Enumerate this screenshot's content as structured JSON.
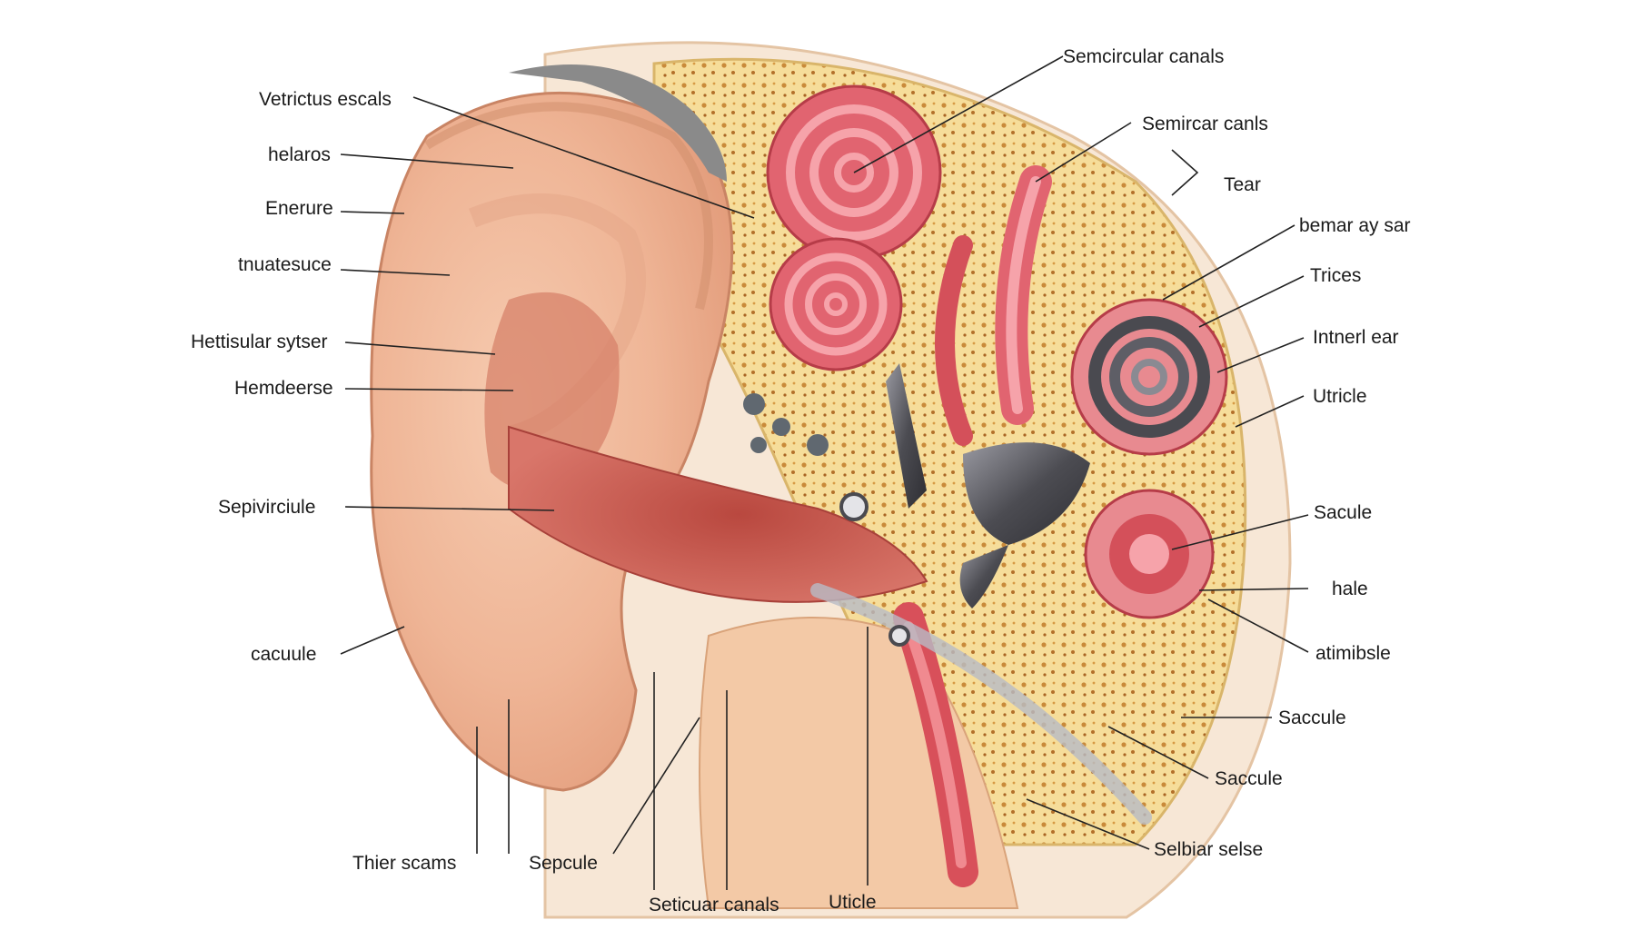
{
  "palette": {
    "skin": "#f2c0a0",
    "skin_dark": "#d98a6a",
    "canal": "#c85a50",
    "bone": "#f6dd9a",
    "bone_spots": "#c98a3a",
    "tissue_pink": "#e88a90",
    "coil_red": "#d4505a",
    "metal": "#5a5a60",
    "leader_line": "#222222"
  },
  "labels": {
    "left": [
      "Vetrictus escals",
      "helaros",
      "Enerure",
      "tnuatesuce",
      "Hettisular sytser",
      "Hemdeerse",
      "Sepivirciule",
      "cacuule"
    ],
    "right": [
      "Semcircular canals",
      "Semircar canls",
      "Tear",
      "bemar ay sar",
      "Trices",
      "Intnerl ear",
      "Utricle",
      "Sacule",
      "hale",
      "atimibsle",
      "Saccule",
      "Saccule",
      "Selbiar selse"
    ],
    "bottom": [
      "Thier scams",
      "Sepcule",
      "Seticuar canals",
      "Uticle"
    ]
  }
}
